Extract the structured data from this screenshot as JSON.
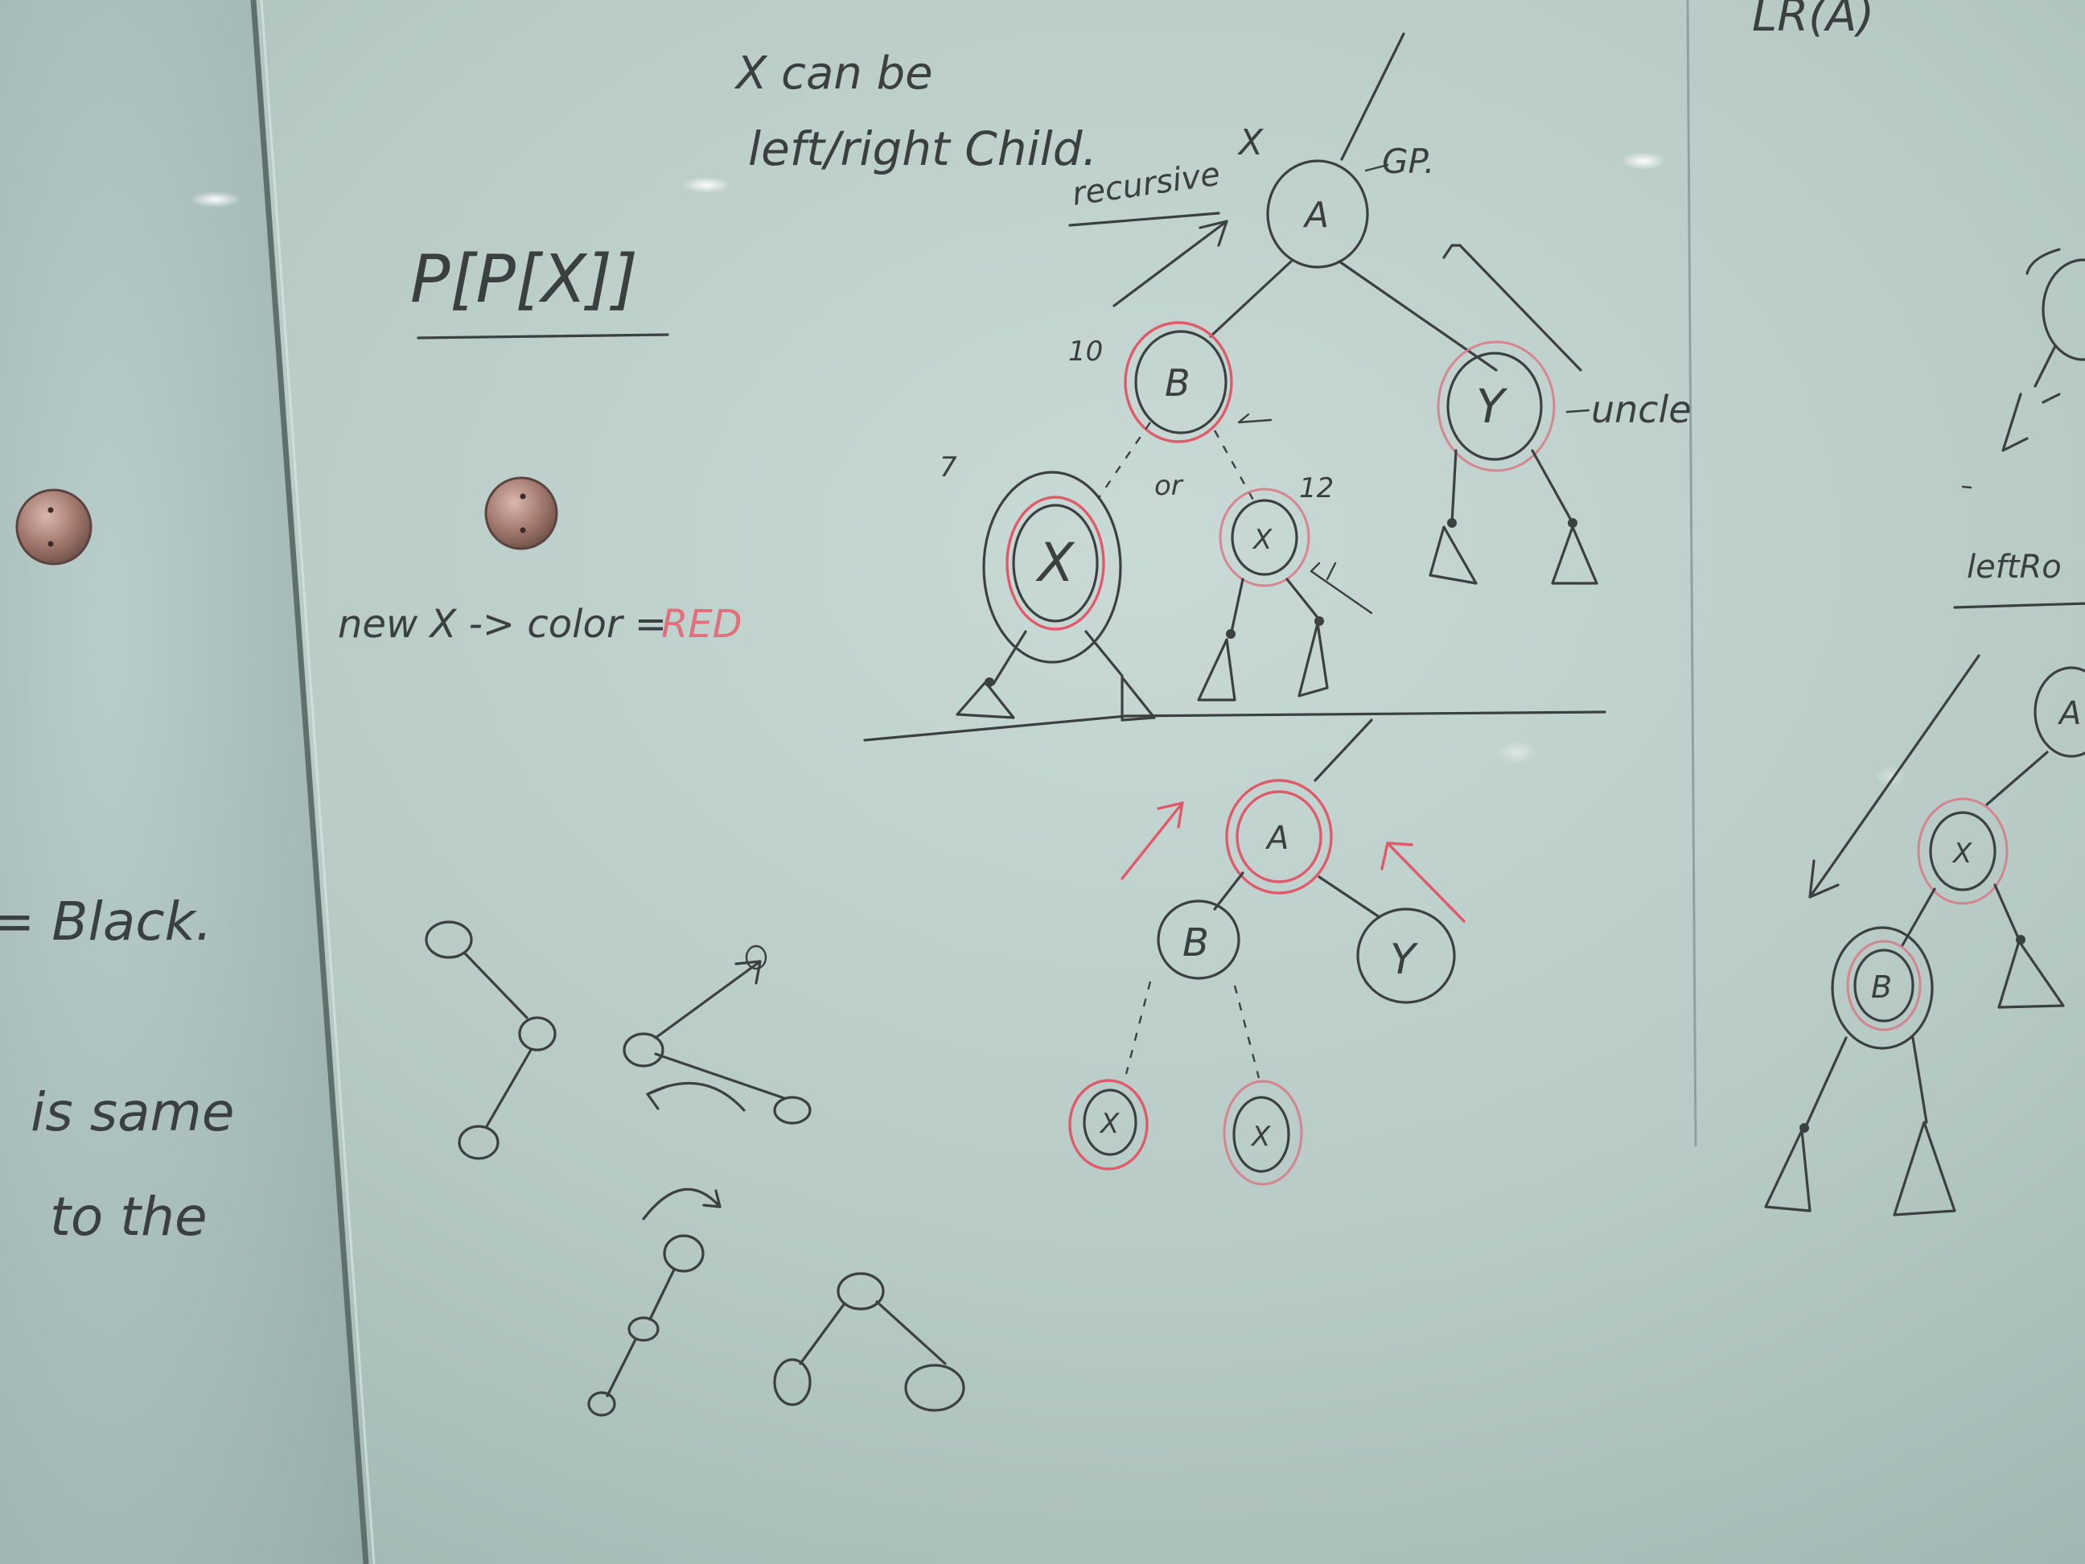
{
  "whiteboard": {
    "center_panel": {
      "top_note_line1": "X can be",
      "top_note_line2": "left/right Child.",
      "parent_expr": "P[P[X]]",
      "new_x_note": "new X -> color = ",
      "new_x_color": "RED",
      "top_tree": {
        "x_mark": "X",
        "gp_label": "GP.",
        "recursive_label": "recursive",
        "node_a": "A",
        "node_b": "B",
        "node_y": "Y",
        "node_x_left": "X",
        "node_x_right": "X",
        "uncle_label": "uncle",
        "num_10": "10",
        "num_7": "7",
        "num_12": "12",
        "or_label": "or"
      },
      "bottom_tree": {
        "node_a": "A",
        "node_b": "B",
        "node_y": "Y",
        "node_x_left": "X",
        "node_x_right": "X"
      }
    },
    "left_panel": {
      "black_note": "= Black.",
      "same_line1": "is  same",
      "same_line2": "to  the"
    },
    "right_panel": {
      "title": "LR(A)",
      "left_rotate_label": "leftRo",
      "node_a": "A",
      "node_x": "X",
      "node_b": "B"
    },
    "colors": {
      "board": "#aabfbb",
      "marker_black": "#3b4040",
      "marker_red": "#e05a6a",
      "magnet": "#9a6e66"
    }
  }
}
